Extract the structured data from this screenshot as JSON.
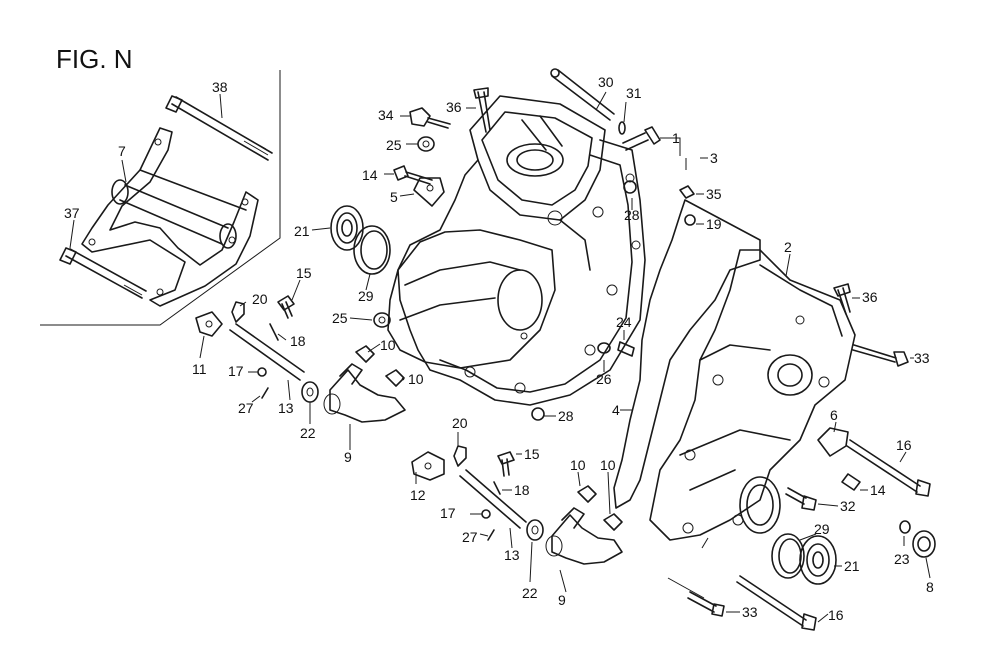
{
  "figure": {
    "title": "FIG. N"
  },
  "callouts": [
    {
      "id": "c38a",
      "text": "38"
    },
    {
      "id": "c7",
      "text": "7"
    },
    {
      "id": "c37",
      "text": "37"
    },
    {
      "id": "c11",
      "text": "11"
    },
    {
      "id": "c17a",
      "text": "17"
    },
    {
      "id": "c27a",
      "text": "27"
    },
    {
      "id": "c13a",
      "text": "13"
    },
    {
      "id": "c22a",
      "text": "22"
    },
    {
      "id": "c9a",
      "text": "9"
    },
    {
      "id": "c20a",
      "text": "20"
    },
    {
      "id": "c18a",
      "text": "18"
    },
    {
      "id": "c15a",
      "text": "15"
    },
    {
      "id": "c25a",
      "text": "25"
    },
    {
      "id": "c10a",
      "text": "10"
    },
    {
      "id": "c10b",
      "text": "10"
    },
    {
      "id": "c29a",
      "text": "29"
    },
    {
      "id": "c21a",
      "text": "21"
    },
    {
      "id": "c5",
      "text": "5"
    },
    {
      "id": "c14a",
      "text": "14"
    },
    {
      "id": "c25b",
      "text": "25"
    },
    {
      "id": "c34",
      "text": "34"
    },
    {
      "id": "c36a",
      "text": "36"
    },
    {
      "id": "c30",
      "text": "30"
    },
    {
      "id": "c31",
      "text": "31"
    },
    {
      "id": "c1",
      "text": "1"
    },
    {
      "id": "c3",
      "text": "3"
    },
    {
      "id": "c28a",
      "text": "28"
    },
    {
      "id": "c35",
      "text": "35"
    },
    {
      "id": "c19",
      "text": "19"
    },
    {
      "id": "c2",
      "text": "2"
    },
    {
      "id": "c36b",
      "text": "36"
    },
    {
      "id": "c33a",
      "text": "33"
    },
    {
      "id": "c24",
      "text": "24"
    },
    {
      "id": "c26",
      "text": "26"
    },
    {
      "id": "c4",
      "text": "4"
    },
    {
      "id": "c28b",
      "text": "28"
    },
    {
      "id": "c6",
      "text": "6"
    },
    {
      "id": "c16a",
      "text": "16"
    },
    {
      "id": "c14b",
      "text": "14"
    },
    {
      "id": "c32",
      "text": "32"
    },
    {
      "id": "c29b",
      "text": "29"
    },
    {
      "id": "c21b",
      "text": "21"
    },
    {
      "id": "c23",
      "text": "23"
    },
    {
      "id": "c8",
      "text": "8"
    },
    {
      "id": "c16b",
      "text": "16"
    },
    {
      "id": "c33b",
      "text": "33"
    },
    {
      "id": "c20b",
      "text": "20"
    },
    {
      "id": "c15b",
      "text": "15"
    },
    {
      "id": "c18b",
      "text": "18"
    },
    {
      "id": "c12",
      "text": "12"
    },
    {
      "id": "c17b",
      "text": "17"
    },
    {
      "id": "c27b",
      "text": "27"
    },
    {
      "id": "c13b",
      "text": "13"
    },
    {
      "id": "c22b",
      "text": "22"
    },
    {
      "id": "c9b",
      "text": "9"
    },
    {
      "id": "c10c",
      "text": "10"
    },
    {
      "id": "c10d",
      "text": "10"
    }
  ]
}
